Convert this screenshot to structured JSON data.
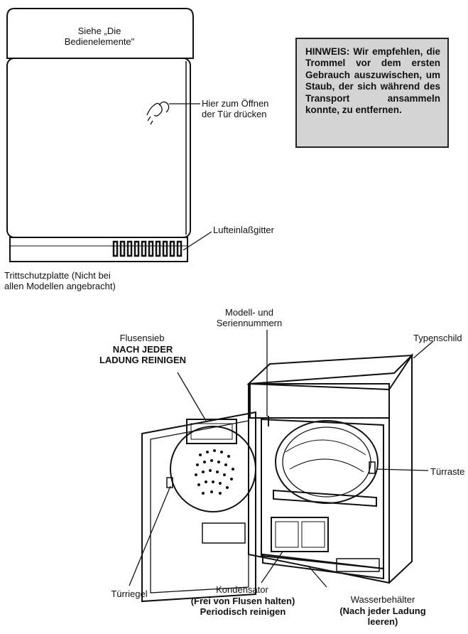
{
  "top_diagram": {
    "panel_label": "Siehe „Die\nBedienelemente\"",
    "door_press_label": "Hier zum Öffnen\nder Tür drücken",
    "air_inlet_label": "Lufteinlaßgitter",
    "kickplate_label": "Trittschutzplatte (Nicht bei\nallen Modellen angebracht)"
  },
  "note": {
    "text": "HINWEIS: Wir empfehlen, die Trommel vor dem ersten Gebrauch auszuwischen, um Staub, der sich während des Transport ansammeln konnte, zu entfernen."
  },
  "bottom_diagram": {
    "model_serial_label": "Modell- und\nSeriennummern",
    "lint_filter_title": "Flusensieb",
    "lint_filter_instruction": "NACH JEDER\nLADUNG REINIGEN",
    "rating_plate_label": "Typenschild",
    "door_catch_label": "Türraste",
    "door_latch_label": "Türriegel",
    "condenser_title": "Kondensator",
    "condenser_instruction": "(Frei von Flusen halten)\nPeriodisch reinigen",
    "water_tank_title": "Wasserbehälter",
    "water_tank_instruction": "(Nach jeder Ladung\nleeren)"
  }
}
